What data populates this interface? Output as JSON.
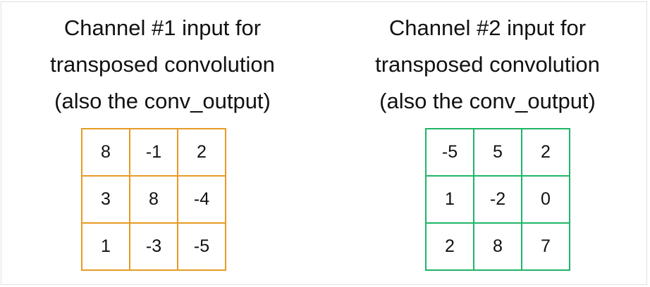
{
  "colors": {
    "channel1": "#e69a24",
    "channel2": "#1fb566"
  },
  "channels": [
    {
      "title_lines": [
        "Channel #1 input for",
        "transposed convolution",
        "(also the conv_output)"
      ],
      "matrix": [
        [
          "8",
          "-1",
          "2"
        ],
        [
          "3",
          "8",
          "-4"
        ],
        [
          "1",
          "-3",
          "-5"
        ]
      ]
    },
    {
      "title_lines": [
        "Channel #2 input for",
        "transposed convolution",
        "(also the conv_output)"
      ],
      "matrix": [
        [
          "-5",
          "5",
          "2"
        ],
        [
          "1",
          "-2",
          "0"
        ],
        [
          "2",
          "8",
          "7"
        ]
      ]
    }
  ]
}
